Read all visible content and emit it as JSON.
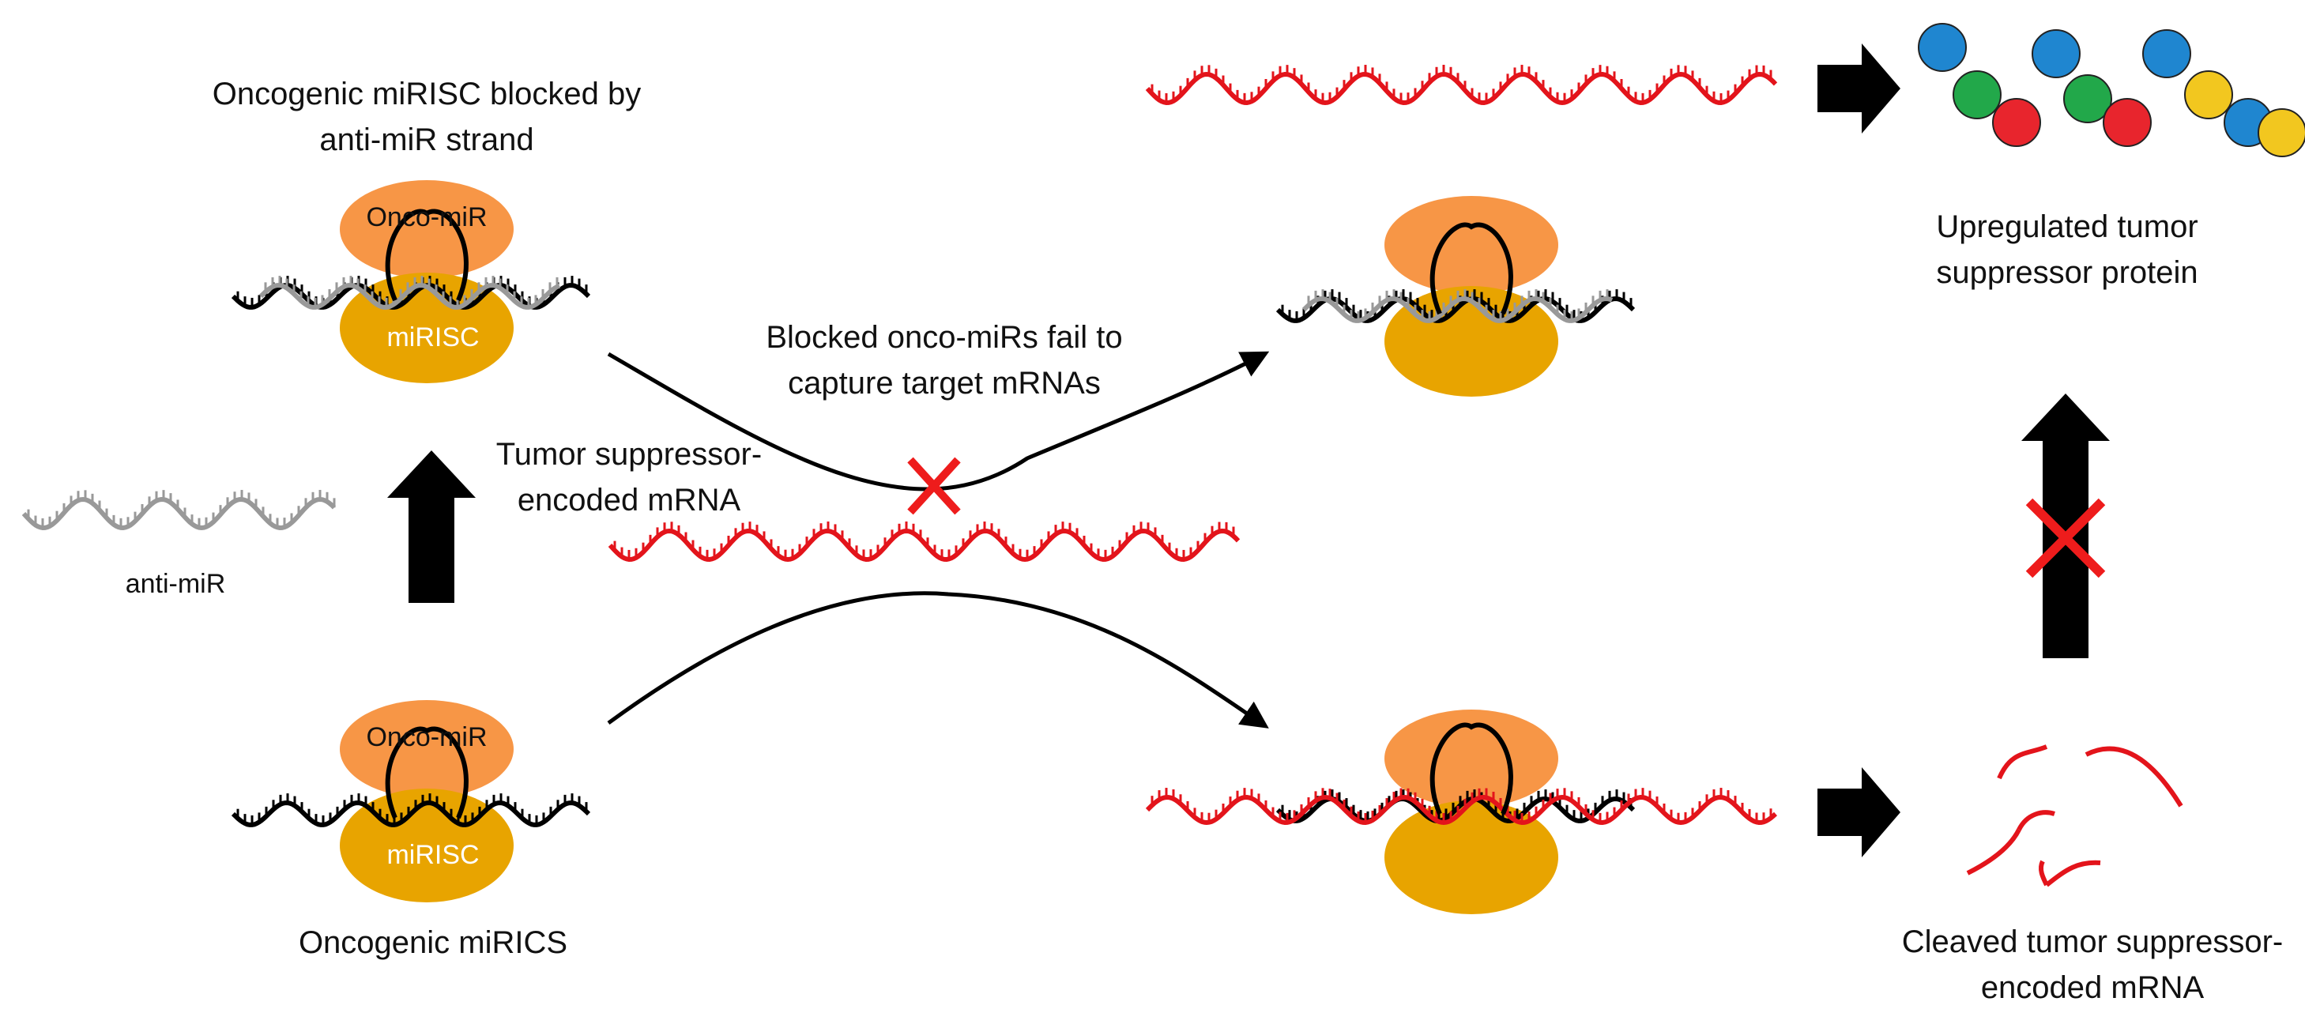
{
  "labels": {
    "blocked_title_1": "Oncogenic miRISC blocked by",
    "blocked_title_2": "anti-miR strand",
    "anti_mir": "anti-miR",
    "tumor_mrna_1": "Tumor suppressor-",
    "tumor_mrna_2": "encoded mRNA",
    "blocked_fail_1": "Blocked onco-miRs fail to",
    "blocked_fail_2": "capture target mRNAs",
    "oncogenic_mirics": "Oncogenic miRICS",
    "upregulated_1": "Upregulated tumor",
    "upregulated_2": "suppressor protein",
    "cleaved_1": "Cleaved tumor suppressor-",
    "cleaved_2": "encoded mRNA",
    "onco_mir_top": "Onco-miR",
    "mirisc_top": "miRISC",
    "onco_mir_bottom": "Onco-miR",
    "mirisc_bottom": "miRISC"
  },
  "colors": {
    "onco_mir": "#f79646",
    "mirisc": "#e8a400",
    "mrna": "#e3141b",
    "anti_mir": "#999999",
    "mirna": "#000000",
    "block_x": "#ee1c1c",
    "bead_blue": "#1f86d0",
    "bead_green": "#22a84a",
    "bead_red": "#e8252d",
    "bead_yellow": "#f2c71f"
  },
  "protein_beads": [
    "blue",
    "green",
    "red",
    "blue",
    "green",
    "red",
    "blue",
    "yellow",
    "blue",
    "yellow"
  ]
}
